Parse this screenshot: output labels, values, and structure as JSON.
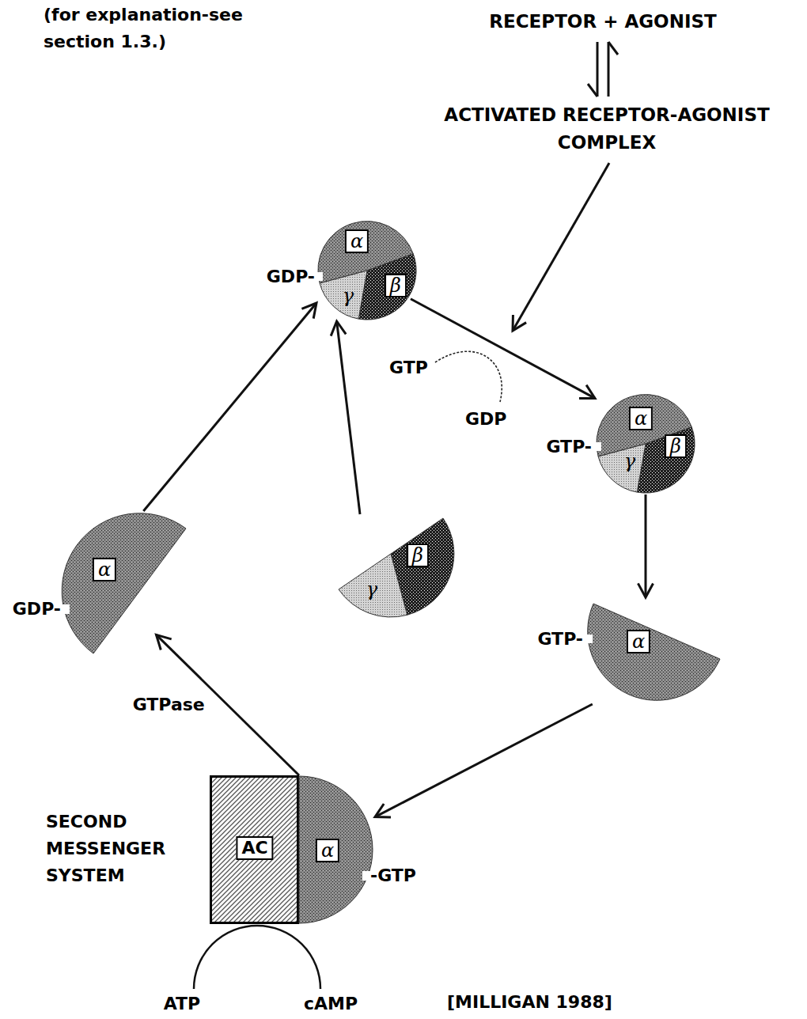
{
  "diagram": {
    "nodes": [
      {
        "text": [
          "RECEPTOR + AGONIST"
        ]
      },
      {
        "text": [
          "ACTIVATED RECEPTOR-AGONIST COMPLEX"
        ]
      },
      {
        "text": [
          "α",
          "β",
          "γ",
          "GDP-"
        ]
      },
      {
        "text": [
          "α",
          "β",
          "γ",
          "GTP-"
        ]
      },
      {
        "text": [
          "α",
          "GTP-"
        ]
      },
      {
        "text": [
          "β",
          "γ"
        ]
      },
      {
        "text": [
          "α",
          "GDP-"
        ]
      },
      {
        "text": [
          "AC"
        ]
      },
      {
        "text": [
          "α",
          "-GTP"
        ]
      }
    ],
    "edges": [
      {
        "from": 0,
        "to": 1,
        "arrow": "both"
      },
      {
        "from": 2,
        "to": 3,
        "arrow": "to"
      },
      {
        "from": 3,
        "to": 4,
        "arrow": "to"
      },
      {
        "from": 4,
        "to": 8,
        "arrow": "to"
      },
      {
        "from": 8,
        "to": 6,
        "arrow": "to",
        "label": "GTPase"
      },
      {
        "from": 6,
        "to": 2,
        "arrow": "to"
      },
      {
        "from": 5,
        "to": 2,
        "arrow": "to"
      }
    ],
    "labels": [
      "(for explanation-see section 1.3.)",
      "GTP",
      "GDP",
      "SECOND MESSENGER SYSTEM",
      "ATP",
      "cAMP",
      "[MILLIGAN 1988]"
    ]
  }
}
